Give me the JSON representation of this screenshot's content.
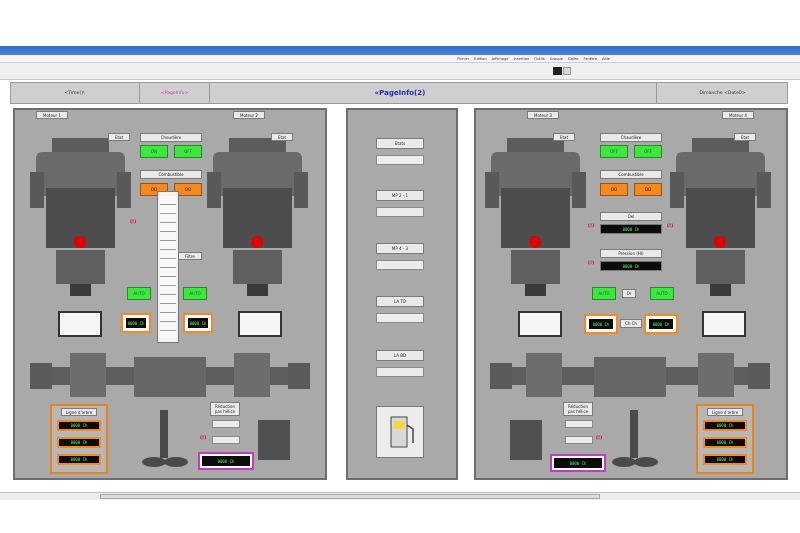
{
  "window": {
    "title": ""
  },
  "menu": {
    "items": [
      "Fichier",
      "Edition",
      "Affichage",
      "Insertion",
      "Outils",
      "Groupe",
      "Cadre",
      "Fenêtre",
      "Aide"
    ]
  },
  "header": {
    "left": "<Time()\\",
    "left_center": "<PageInfo>",
    "title": "«PageInfo(2)",
    "right": "Dimanche <Date0>"
  },
  "left": {
    "engine1_label": "Moteur 1",
    "engine2_label": "Moteur 2",
    "etat_label": "Etat",
    "chaudiere_label": "Chaudière",
    "combustible_label": "Combustible",
    "btn_on_1": "ON",
    "btn_off_1": "OFF",
    "btn_on_2": "OO",
    "btn_off_2": "OO",
    "filtre_label": "Filtre",
    "gauge_1": "0000 Ch",
    "gauge_2": "0000 Ch",
    "auto_1": "AUTO",
    "auto_2": "AUTO",
    "ligne_label": "Ligne d'arbre",
    "ligne_values": [
      "0000 Ch",
      "0000 Ch",
      "0000 Ch"
    ],
    "reduction_label": "Réduction pas hélice",
    "prop_value": "0000 Ch"
  },
  "center": {
    "labels": [
      "Etats",
      "MP 2 - 1",
      "MP 4 - 3",
      "LA TD",
      "LA BD"
    ]
  },
  "right": {
    "engine3_label": "Moteur 3",
    "engine4_label": "Moteur 4",
    "etat_label": "Etat",
    "chaudiere_label": "Chaudière",
    "combustible_label": "Combustible",
    "btn_on_1": "OFF",
    "btn_off_1": "OFF",
    "btn_on_2": "OO",
    "btn_off_2": "OO",
    "oel_label": "Oel",
    "pression_label": "Pression (Hl)",
    "pression_value": "0000 Ch",
    "oel_value": "0000 Ch",
    "auto_1": "AUTO",
    "auto_mid": "Or",
    "auto_2": "AUTO",
    "gauge_1": "0000 Ch",
    "gauge_mid": "Ch Ch",
    "gauge_2": "0000 Ch",
    "ligne_label": "Ligne d'arbre",
    "ligne_values": [
      "0000 Ch",
      "0000 Ch",
      "0000 Ch"
    ],
    "reduction_label": "Réduction pas hélice",
    "prop_value": "0000 Ch"
  },
  "alarm_glyph": "(!)",
  "colors": {
    "panel": "#a9a9a9",
    "green": "#3ce83c",
    "orange": "#f48a1f",
    "magenta": "#c23cc2",
    "title_blue": "#2a2ab8"
  }
}
